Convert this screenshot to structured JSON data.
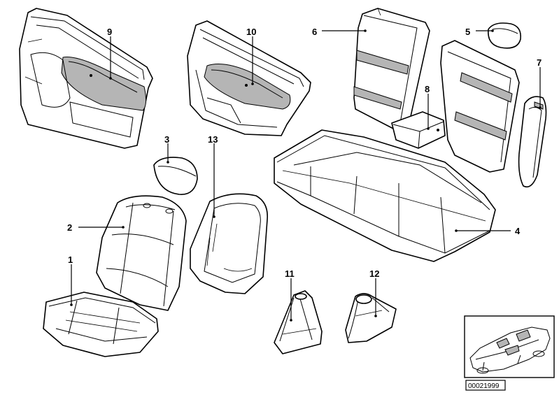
{
  "callouts": [
    "1",
    "2",
    "3",
    "4",
    "5",
    "6",
    "7",
    "8",
    "9",
    "10",
    "11",
    "12",
    "13"
  ],
  "diagram_code": "00021999",
  "parts": [
    {
      "id": "front-door-trim",
      "label": "9"
    },
    {
      "id": "rear-door-trim",
      "label": "10"
    },
    {
      "id": "rear-backrest-left",
      "label": "6"
    },
    {
      "id": "rear-headrest",
      "label": "5"
    },
    {
      "id": "rear-backrest-right",
      "label": "7"
    },
    {
      "id": "armrest",
      "label": "8"
    },
    {
      "id": "rear-seat-cushion",
      "label": "4"
    },
    {
      "id": "front-headrest",
      "label": "3"
    },
    {
      "id": "backrest-frame-cover",
      "label": "13"
    },
    {
      "id": "front-backrest-cover",
      "label": "2"
    },
    {
      "id": "front-seat-cushion",
      "label": "1"
    },
    {
      "id": "gear-shift-boot",
      "label": "11"
    },
    {
      "id": "handbrake-boot",
      "label": "12"
    }
  ]
}
